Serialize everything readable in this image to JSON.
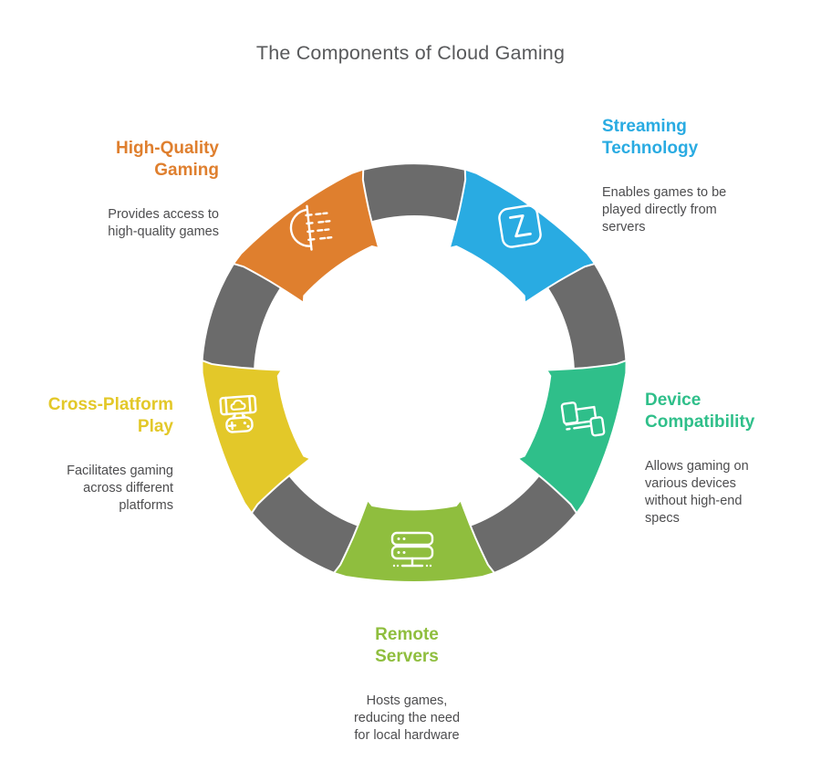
{
  "title": "The Components of Cloud Gaming",
  "colors": {
    "ring": "#6B6B6B",
    "title_text": "#58595B",
    "body_text": "#4D4D4F"
  },
  "segments": [
    {
      "id": "high-quality-gaming",
      "heading": "High-Quality\nGaming",
      "description": "Provides access to\nhigh-quality games",
      "color": "#DF7F2E",
      "icon": "headlight-icon",
      "position": "top-left"
    },
    {
      "id": "streaming-technology",
      "heading": "Streaming\nTechnology",
      "description": "Enables games to be\nplayed directly from\nservers",
      "color": "#29ABE2",
      "icon": "z-square-icon",
      "position": "top-right"
    },
    {
      "id": "device-compatibility",
      "heading": "Device\nCompatibility",
      "description": "Allows gaming on\nvarious devices\nwithout high-end\nspecs",
      "color": "#2FBF8A",
      "icon": "linked-devices-icon",
      "position": "right"
    },
    {
      "id": "remote-servers",
      "heading": "Remote\nServers",
      "description": "Hosts games,\nreducing the need\nfor local hardware",
      "color": "#8FBE3E",
      "icon": "server-rack-icon",
      "position": "bottom"
    },
    {
      "id": "cross-platform-play",
      "heading": "Cross-Platform\nPlay",
      "description": "Facilitates gaming\nacross different\nplatforms",
      "color": "#E3C829",
      "icon": "cloud-gamepad-icon",
      "position": "left"
    }
  ]
}
